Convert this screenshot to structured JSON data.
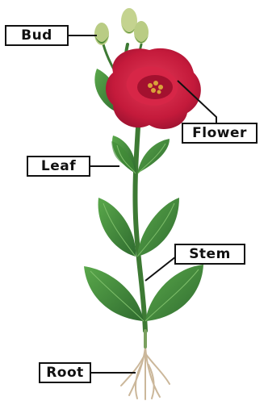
{
  "labels": {
    "bud": "Bud",
    "flower": "Flower",
    "leaf": "Leaf",
    "stem": "Stem",
    "root": "Root"
  },
  "colors": {
    "leaf_dark": "#2f6b2f",
    "leaf_light": "#4e9a43",
    "stem": "#3d7a34",
    "petal": "#c41a3b",
    "petal_dark": "#8f0f28",
    "stamen": "#d9a23a",
    "root": "#cbb79a"
  }
}
